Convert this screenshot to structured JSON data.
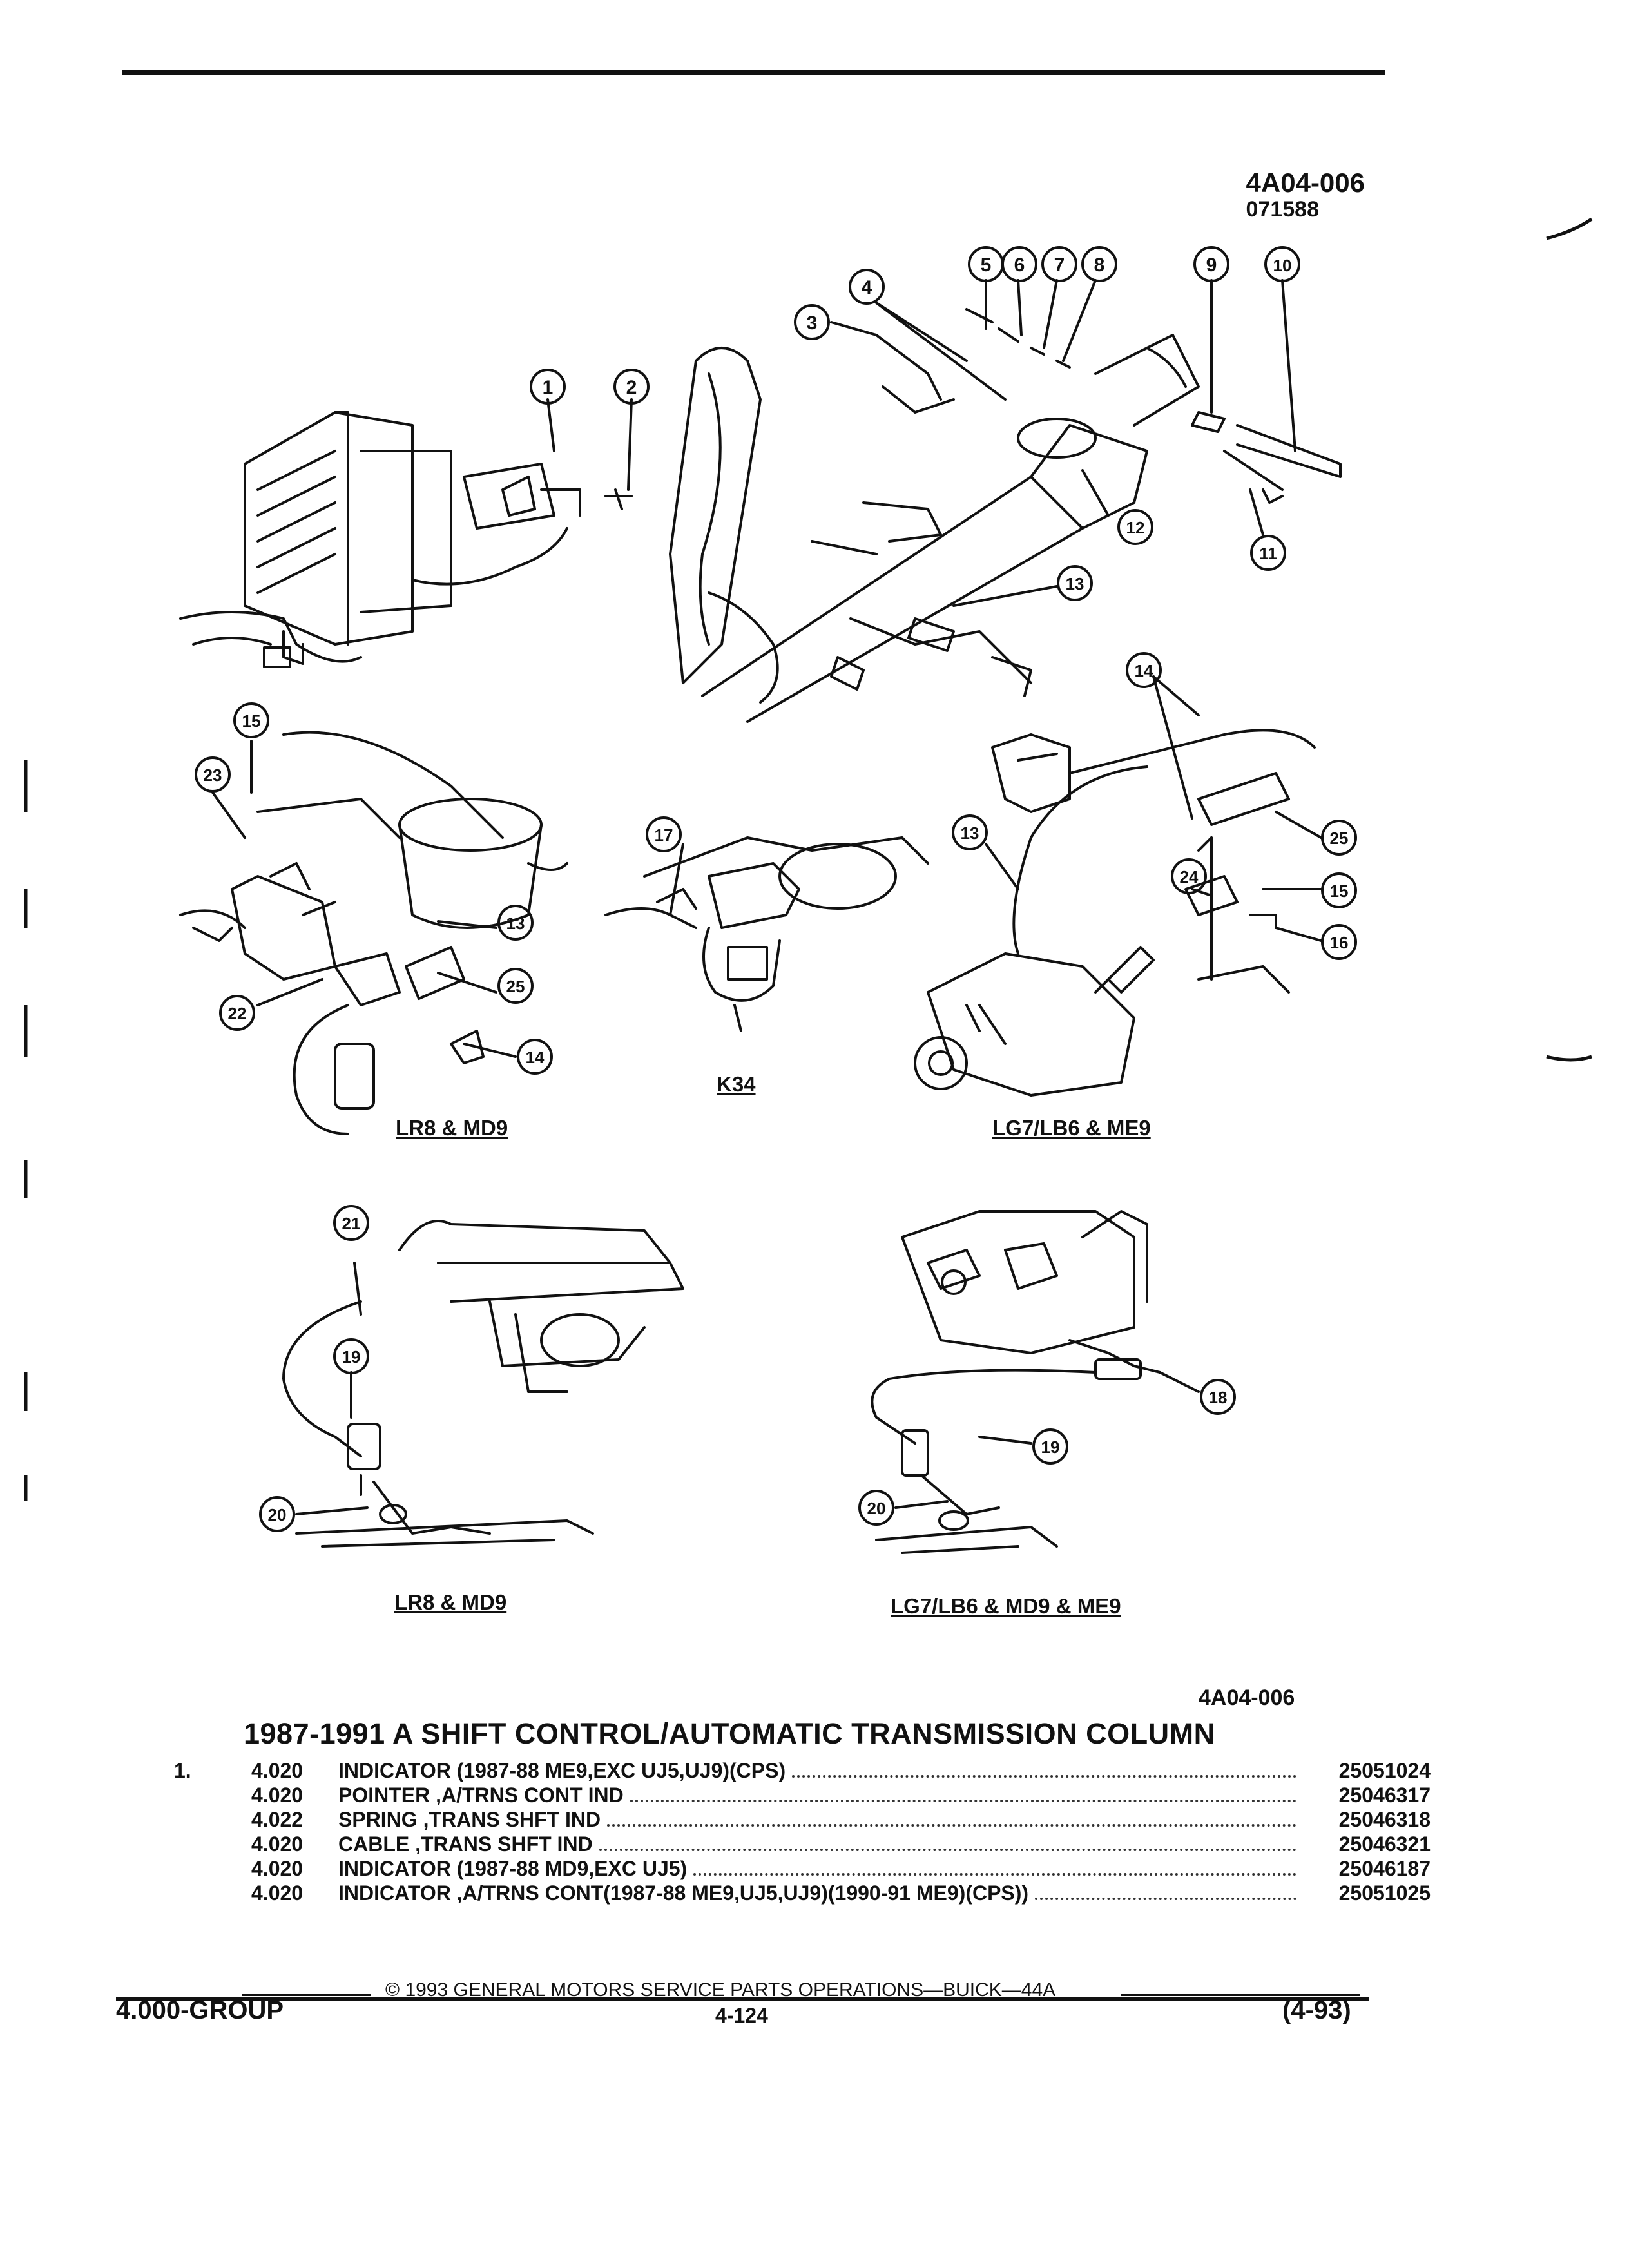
{
  "figure": {
    "id": "4A04-006",
    "date_code": "071588",
    "callouts": [
      "1",
      "2",
      "3",
      "4",
      "5",
      "6",
      "7",
      "8",
      "9",
      "10",
      "11",
      "12",
      "13",
      "14",
      "15",
      "16",
      "17",
      "18",
      "19",
      "20",
      "21",
      "22",
      "23",
      "24",
      "25"
    ],
    "section_labels": {
      "lr8_md9_top": "LR8 & MD9",
      "k34": "K34",
      "lg7_top": "LG7/LB6 & ME9",
      "lr8_md9_bottom": "LR8 & MD9",
      "lg7_bottom": "LG7/LB6 & MD9 & ME9"
    }
  },
  "catalog": {
    "figure_ref": "4A04-006",
    "section_title": "1987-1991 A SHIFT CONTROL/AUTOMATIC TRANSMISSION COLUMN",
    "items": [
      {
        "num": "1.",
        "code": "4.020",
        "desc": "INDICATOR (1987-88 ME9,EXC UJ5,UJ9)(CPS)",
        "part": "25051024"
      },
      {
        "num": "",
        "code": "4.020",
        "desc": "POINTER ,A/TRNS CONT IND",
        "part": "25046317"
      },
      {
        "num": "",
        "code": "4.022",
        "desc": "SPRING ,TRANS SHFT IND",
        "part": "25046318"
      },
      {
        "num": "",
        "code": "4.020",
        "desc": "CABLE ,TRANS SHFT IND",
        "part": "25046321"
      },
      {
        "num": "",
        "code": "4.020",
        "desc": "INDICATOR (1987-88 MD9,EXC UJ5)",
        "part": "25046187"
      },
      {
        "num": "",
        "code": "4.020",
        "desc": "INDICATOR ,A/TRNS CONT(1987-88 ME9,UJ5,UJ9)(1990-91 ME9)(CPS))",
        "part": "25051025"
      }
    ]
  },
  "footer": {
    "copyright": "© 1993 GENERAL MOTORS SERVICE PARTS OPERATIONS—BUICK—44A",
    "group": "4.000-GROUP",
    "page": "4-124",
    "revision": "(4-93)"
  }
}
